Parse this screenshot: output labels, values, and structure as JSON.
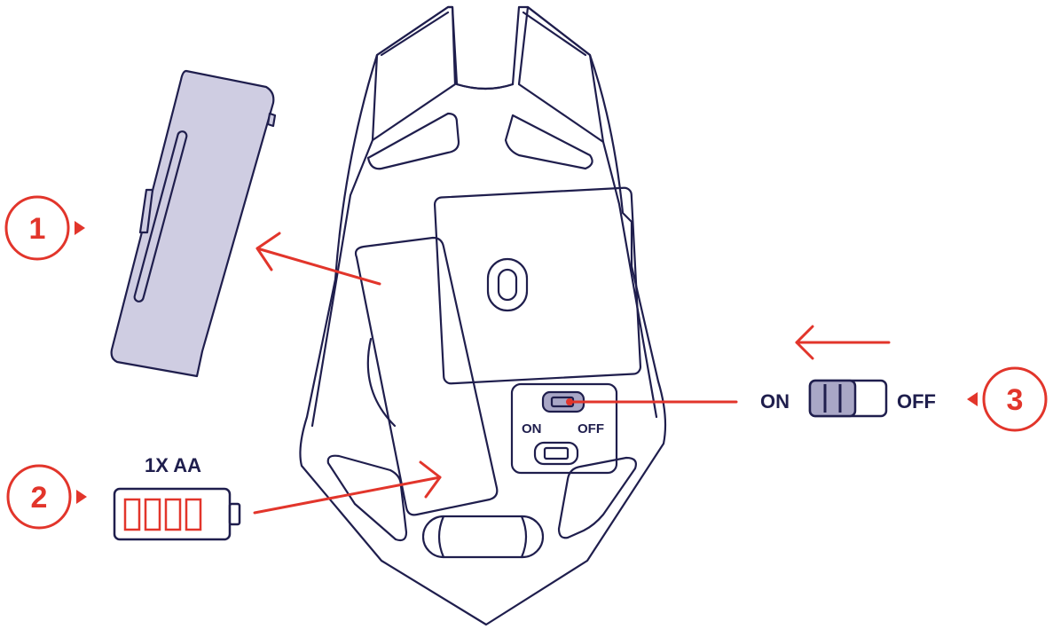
{
  "steps": [
    {
      "number": "1"
    },
    {
      "number": "2"
    },
    {
      "number": "3"
    }
  ],
  "battery": {
    "label": "1X AA"
  },
  "mouse_switch": {
    "on_label": "ON",
    "off_label": "OFF"
  },
  "switch_callout": {
    "on_label": "ON",
    "off_label": "OFF"
  },
  "colors": {
    "outline": "#1f1e4d",
    "accent": "#e2352b",
    "door_fill": "#cfcde2",
    "switch_fill": "#a9a7c6"
  }
}
